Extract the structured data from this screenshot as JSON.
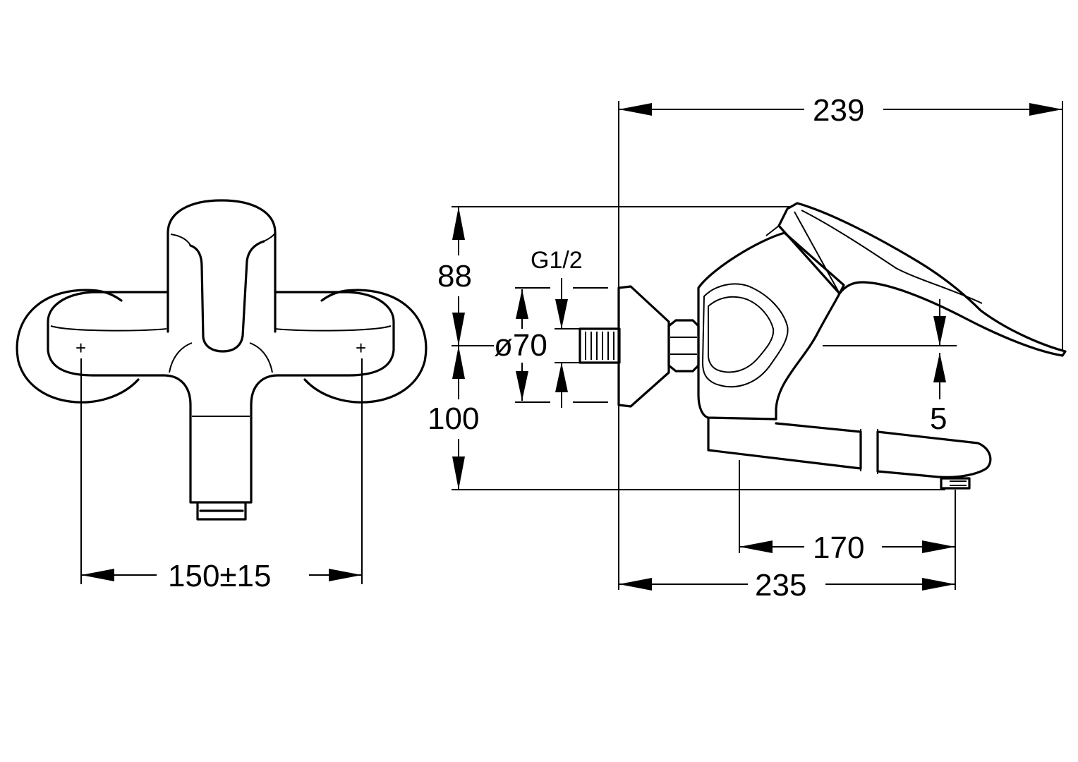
{
  "dimensions": {
    "centers": "150±15",
    "overall_depth": "239",
    "height_top": "88",
    "height_bottom": "100",
    "thread": "G1/2",
    "rosette_diameter": "ø70",
    "spout_drop": "5",
    "spout_reach": "170",
    "spout_projection": "235"
  },
  "marks": {
    "left_plus": "+",
    "right_plus": "+"
  }
}
